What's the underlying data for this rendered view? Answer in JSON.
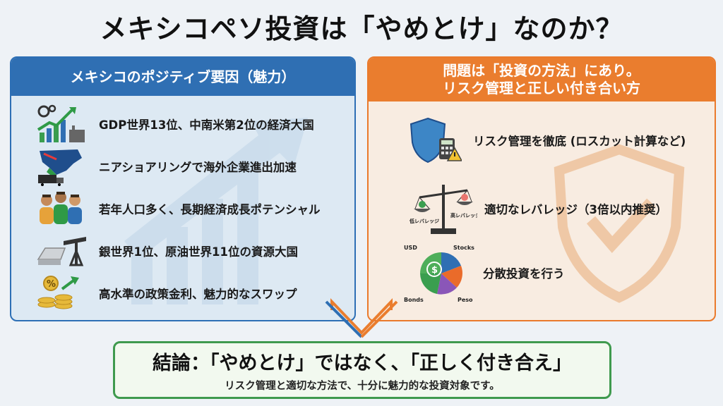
{
  "title": "メキシコペソ投資は「やめとけ」なのか？",
  "left_panel": {
    "heading": "メキシコのポジティブ要因（魅力）",
    "items": [
      {
        "text": "GDP世界13位、中南米第2位の経済大国",
        "icon": "growth-chart-icon"
      },
      {
        "text": "ニアショアリングで海外企業進出加速",
        "icon": "nearshoring-map-icon"
      },
      {
        "text": "若年人口多く、長期経済成長ポテンシャル",
        "icon": "young-people-icon"
      },
      {
        "text": "銀世界1位、原油世界11位の資源大国",
        "icon": "silver-oil-icon"
      },
      {
        "text": "高水準の政策金利、魅力的なスワップ",
        "icon": "interest-coins-icon"
      }
    ]
  },
  "right_panel": {
    "heading_line1": "問題は「投資の方法」にあり。",
    "heading_line2": "リスク管理と正しい付き合い方",
    "items": [
      {
        "text": "リスク管理を徹底 (ロスカット計算など)",
        "icon": "shield-calculator-icon"
      },
      {
        "text": "適切なレバレッジ（3倍以内推奨）",
        "icon": "balance-scale-icon"
      },
      {
        "text": "分散投資を行う",
        "icon": "pie-chart-icon"
      }
    ],
    "scale_labels": {
      "low": "低レバレッジ",
      "high": "高レバレッジ"
    },
    "pie_labels": {
      "usd": "USD",
      "stocks": "Stocks",
      "bonds": "Bonds",
      "peso": "Peso"
    }
  },
  "conclusion": {
    "main": "結論：「やめとけ」ではなく、「正しく付き合え」",
    "sub": "リスク管理と適切な方法で、十分に魅力的な投資対象です。"
  },
  "colors": {
    "blue": "#2f6fb3",
    "orange": "#ea7d2e",
    "green": "#3f9a4e"
  }
}
